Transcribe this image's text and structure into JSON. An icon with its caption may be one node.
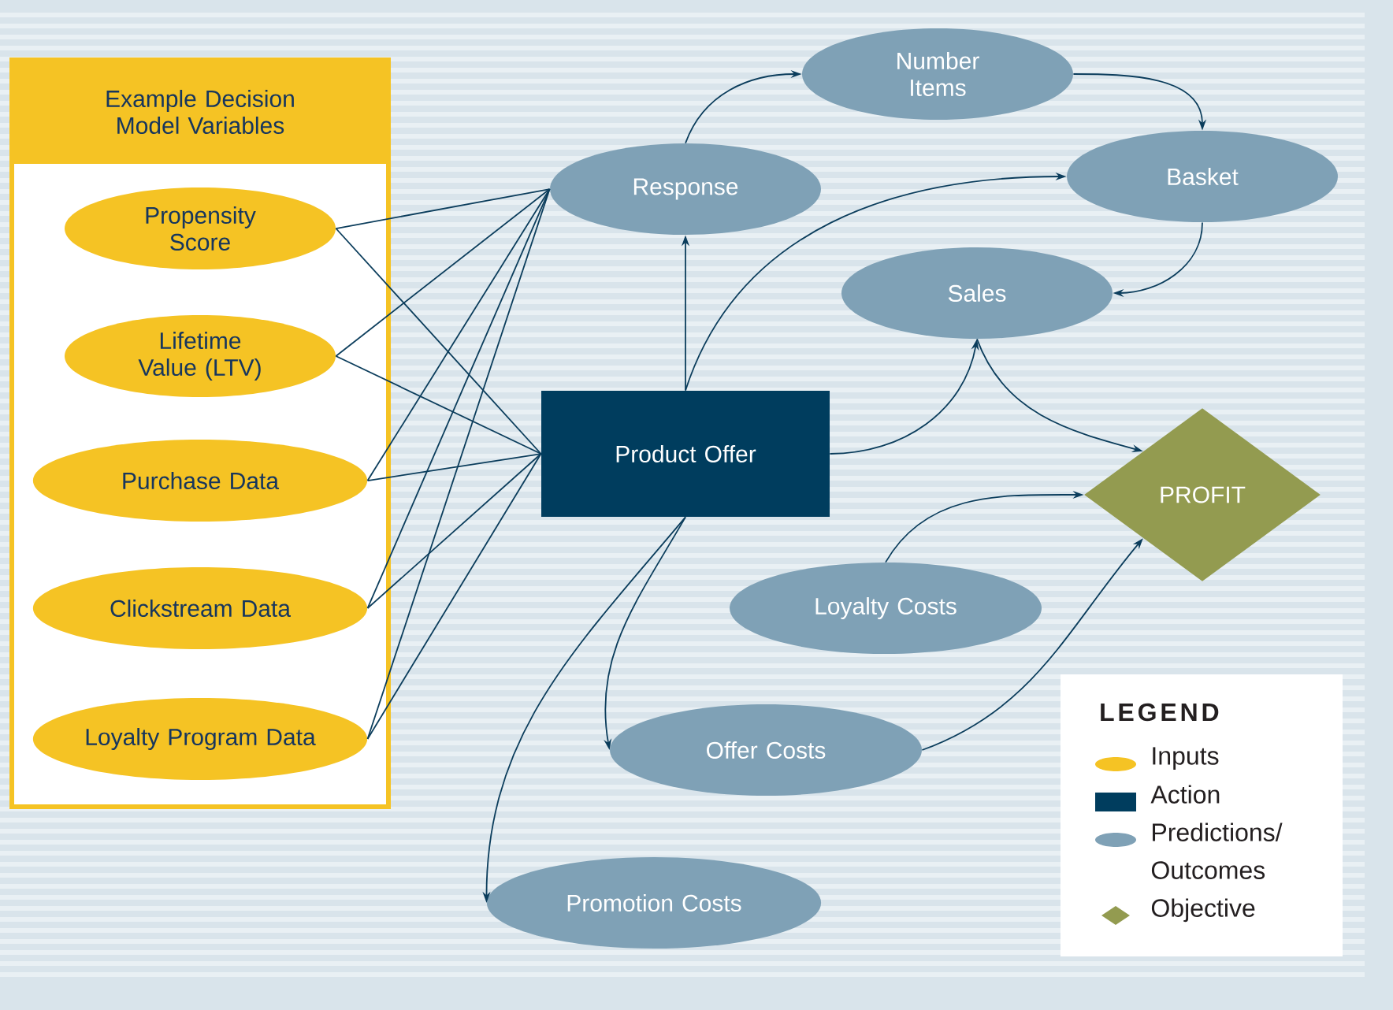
{
  "diagram": {
    "nodes": [
      {
        "text": [
          "Example Decision Model Variables"
        ]
      },
      {
        "text": [
          "Propensity Score"
        ],
        "in": 0
      },
      {
        "text": [
          "Lifetime Value (LTV)"
        ],
        "in": 0
      },
      {
        "text": [
          "Purchase Data"
        ],
        "in": 0
      },
      {
        "text": [
          "Clickstream Data"
        ],
        "in": 0
      },
      {
        "text": [
          "Loyalty Program Data"
        ],
        "in": 0
      },
      {
        "text": [
          "Response"
        ]
      },
      {
        "text": [
          "Number Items"
        ]
      },
      {
        "text": [
          "Basket"
        ]
      },
      {
        "text": [
          "Sales"
        ]
      },
      {
        "text": [
          "Product Offer"
        ]
      },
      {
        "text": [
          "PROFIT"
        ]
      },
      {
        "text": [
          "Loyalty Costs"
        ]
      },
      {
        "text": [
          "Offer Costs"
        ]
      },
      {
        "text": [
          "Promotion Costs"
        ]
      }
    ],
    "edges": [
      {
        "from": 1,
        "to": 6,
        "arrow": "none"
      },
      {
        "from": 1,
        "to": 10,
        "arrow": "none"
      },
      {
        "from": 2,
        "to": 6,
        "arrow": "none"
      },
      {
        "from": 2,
        "to": 10,
        "arrow": "none"
      },
      {
        "from": 3,
        "to": 6,
        "arrow": "none"
      },
      {
        "from": 3,
        "to": 10,
        "arrow": "none"
      },
      {
        "from": 4,
        "to": 6,
        "arrow": "none"
      },
      {
        "from": 4,
        "to": 10,
        "arrow": "none"
      },
      {
        "from": 5,
        "to": 6,
        "arrow": "none"
      },
      {
        "from": 5,
        "to": 10,
        "arrow": "none"
      },
      {
        "from": 10,
        "to": 6,
        "arrow": "to"
      },
      {
        "from": 6,
        "to": 7,
        "arrow": "to"
      },
      {
        "from": 7,
        "to": 8,
        "arrow": "to"
      },
      {
        "from": 10,
        "to": 8,
        "arrow": "to"
      },
      {
        "from": 8,
        "to": 9,
        "arrow": "to"
      },
      {
        "from": 10,
        "to": 9,
        "arrow": "to"
      },
      {
        "from": 9,
        "to": 11,
        "arrow": "to"
      },
      {
        "from": 12,
        "to": 11,
        "arrow": "to"
      },
      {
        "from": 13,
        "to": 11,
        "arrow": "to"
      },
      {
        "from": 10,
        "to": 13,
        "arrow": "to"
      },
      {
        "from": 10,
        "to": 14,
        "arrow": "to"
      }
    ],
    "labels": [
      "LEGEND"
    ],
    "legend": [
      {
        "text": "Inputs",
        "color": "#f5c324"
      },
      {
        "text": "Action",
        "color": "#003d5e"
      },
      {
        "text": "Predictions/ Outcomes",
        "color": "#7fa1b6"
      },
      {
        "text": "Objective",
        "color": "#939b50"
      }
    ]
  }
}
